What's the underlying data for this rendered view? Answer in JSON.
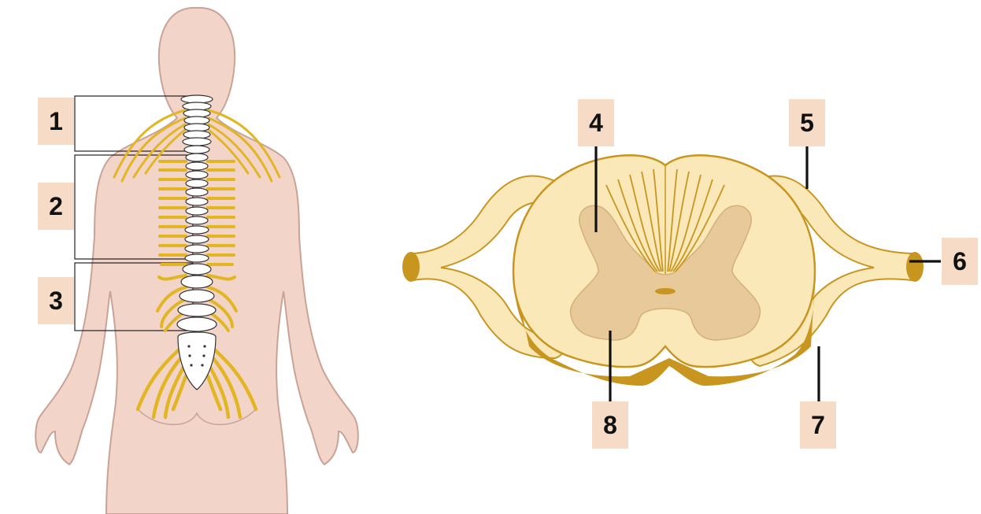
{
  "labels": {
    "l1": "1",
    "l2": "2",
    "l3": "3",
    "l4": "4",
    "l5": "5",
    "l6": "6",
    "l7": "7",
    "l8": "8"
  },
  "colors": {
    "skin": "#f3d4c8",
    "skin_outline": "#c9a397",
    "nerve": "#e2b623",
    "bone": "#ffffff",
    "white_matter": "#fae8b9",
    "grey_matter": "#e8c99a",
    "cord_shadow": "#c8961f",
    "label_bg": "#f6dcc6"
  }
}
